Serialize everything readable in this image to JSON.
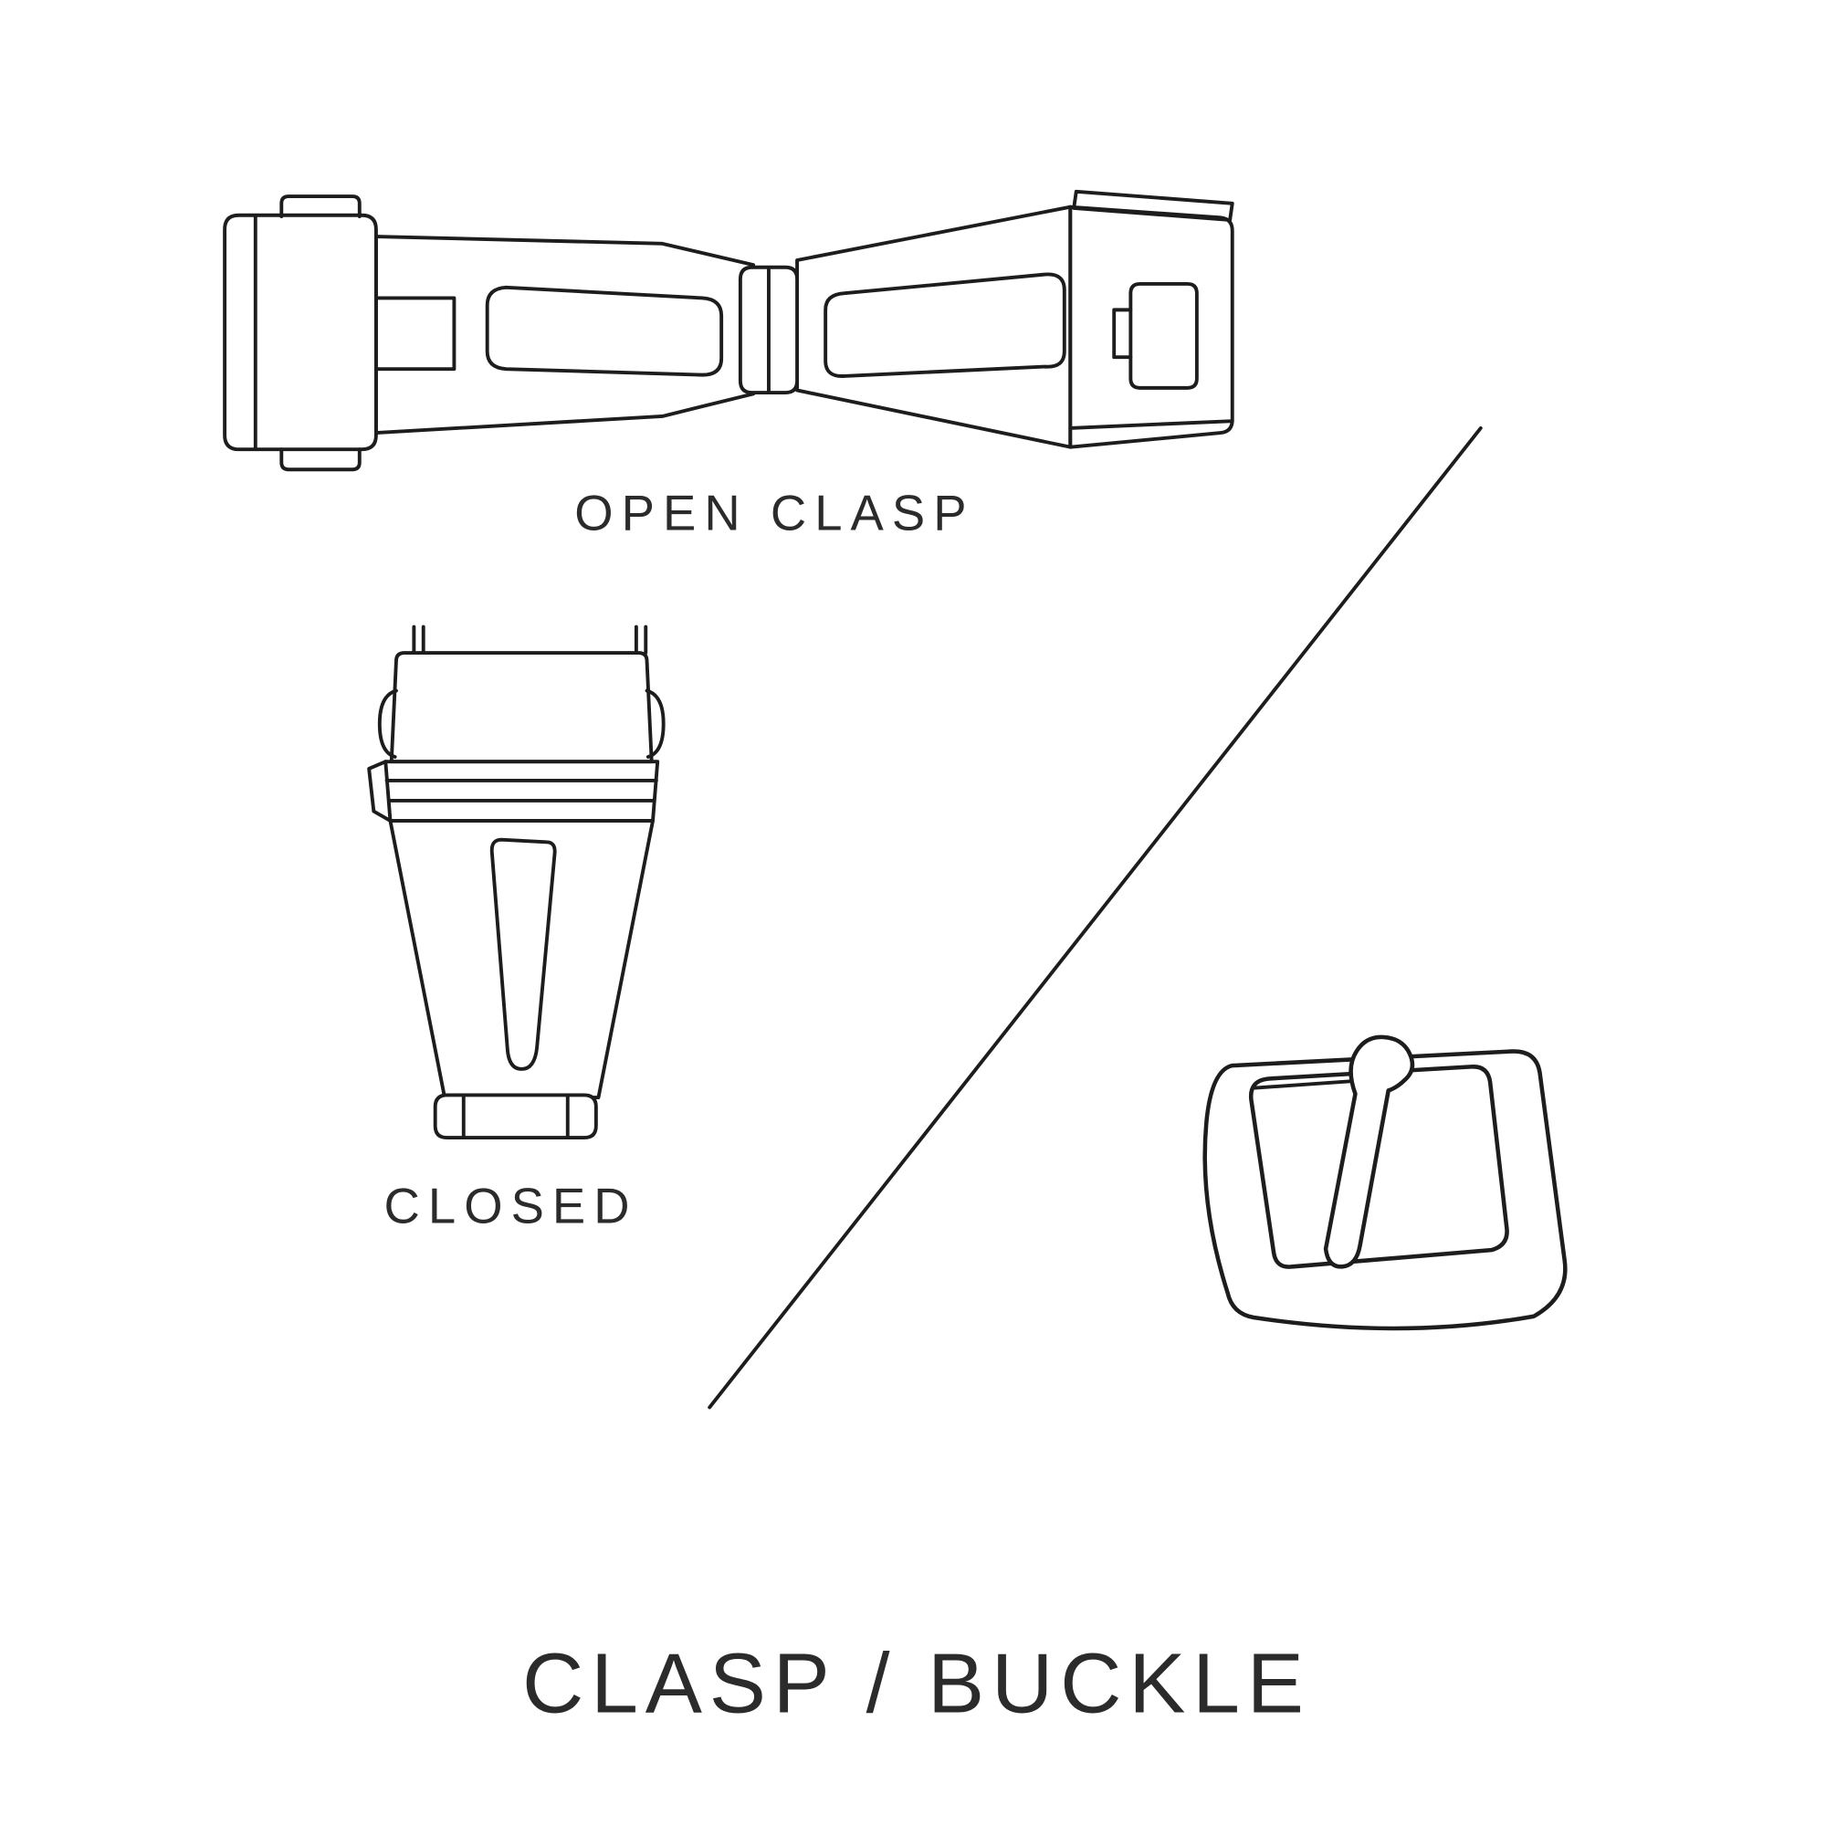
{
  "page": {
    "background_color": "#ffffff",
    "line_color": "#1d1d1d",
    "text_color": "#2b2b2b"
  },
  "labels": {
    "open_clasp": "OPEN CLASP",
    "closed": "CLOSED",
    "title": "CLASP / BUCKLE"
  },
  "illustrations": {
    "open_clasp": "open deployant clasp line drawing",
    "closed_clasp": "closed clasp line drawing",
    "tang_buckle": "tang buckle line drawing",
    "divider": "diagonal divider line"
  }
}
